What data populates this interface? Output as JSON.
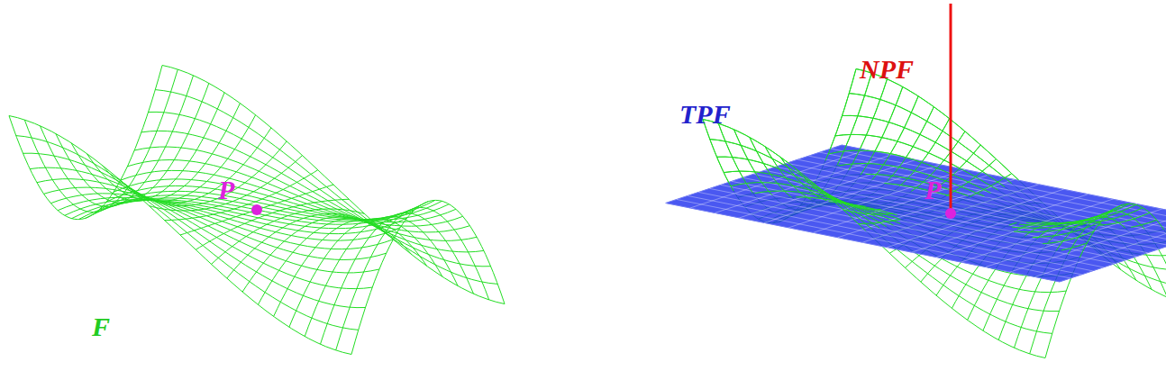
{
  "diagram": {
    "labels": [
      "P",
      "F",
      "NPF",
      "TPF",
      "P"
    ]
  }
}
